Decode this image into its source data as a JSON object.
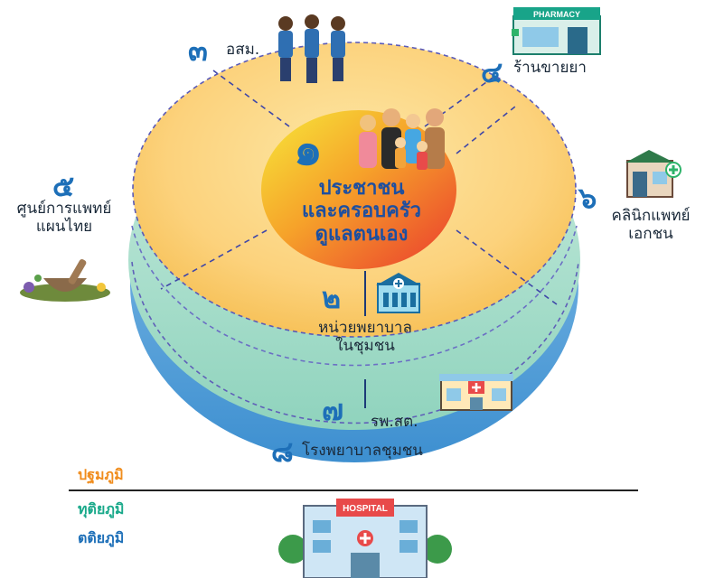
{
  "center": {
    "numeral": "๑",
    "lines": [
      "ประชาชน",
      "และครอบครัว",
      "ดูแลตนเอง"
    ]
  },
  "items": {
    "item2": {
      "numeral": "๒",
      "lines": [
        "หน่วยพยาบาล",
        "ในชุมชน"
      ]
    },
    "item3": {
      "numeral": "๓",
      "label": "อสม."
    },
    "item4": {
      "numeral": "๔",
      "label": "ร้านขายยา"
    },
    "item5": {
      "numeral": "๕",
      "lines": [
        "ศูนย์การแพทย์",
        "แผนไทย"
      ]
    },
    "item6": {
      "numeral": "๖",
      "lines": [
        "คลินิกแพทย์",
        "เอกชน"
      ]
    },
    "item7": {
      "numeral": "๗",
      "label": "รพ.สต."
    },
    "item8": {
      "numeral": "๘",
      "label": "โรงพยาบาลชุมชน"
    }
  },
  "signs": {
    "pharmacy": "PHARMACY",
    "hospital": "HOSPITAL"
  },
  "legend": [
    {
      "label": "ปฐมภูมิ",
      "color": "#f08c1c"
    },
    {
      "label": "ทุติยภูมิ",
      "color": "#19a98a"
    },
    {
      "label": "ตติยภูมิ",
      "color": "#1d6fb8"
    }
  ],
  "colors": {
    "primary_disc": "#fbd27a",
    "secondary_layer": "#9fdcc6",
    "tertiary_layer": "#5fa8de",
    "center_gradient_start": "#f7e23a",
    "center_gradient_end": "#ec3a2c",
    "numeral_blue": "#1d6fb8"
  }
}
